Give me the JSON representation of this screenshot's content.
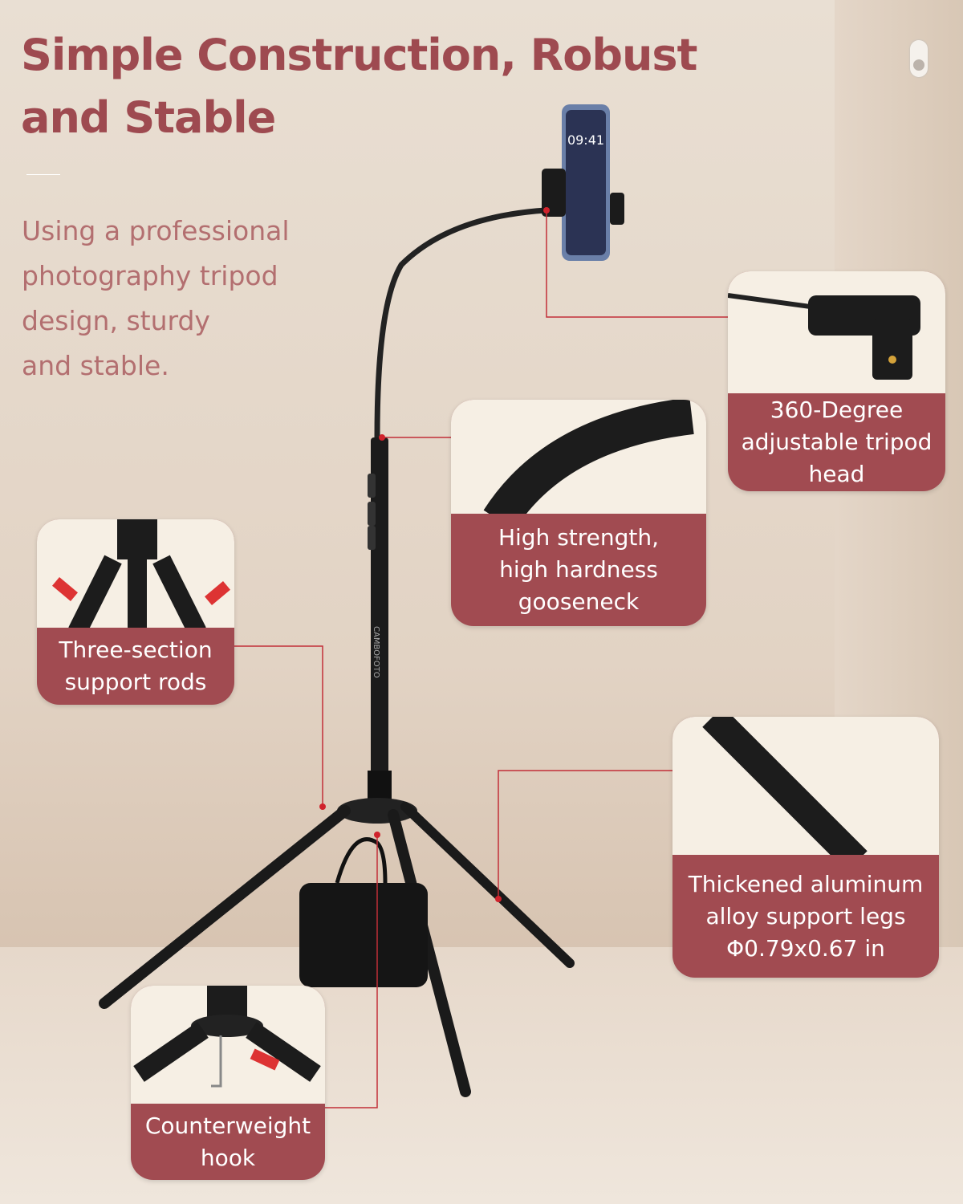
{
  "headline": {
    "line1": "Simple Construction, Robust",
    "line2": "and Stable"
  },
  "description": [
    "Using a professional",
    "photography tripod",
    "design, sturdy",
    "and stable."
  ],
  "phone_time": "09:41",
  "brand_on_pole": "CAMBOFOTO",
  "features": [
    {
      "lines": [
        "360-Degree",
        "adjustable tripod",
        "head"
      ]
    },
    {
      "lines": [
        "High strength,",
        "high hardness",
        "gooseneck"
      ]
    },
    {
      "lines": [
        "Three-section",
        "support rods"
      ]
    },
    {
      "lines": [
        "Thickened aluminum",
        "alloy support legs",
        "Φ0.79x0.67 in"
      ]
    },
    {
      "lines": [
        "Counterweight",
        "hook"
      ]
    }
  ],
  "colors": {
    "accent": "#a14b51",
    "title": "#9e4a50",
    "callout_line": "#c22f38",
    "card_image_bg": "#f6efe4"
  }
}
